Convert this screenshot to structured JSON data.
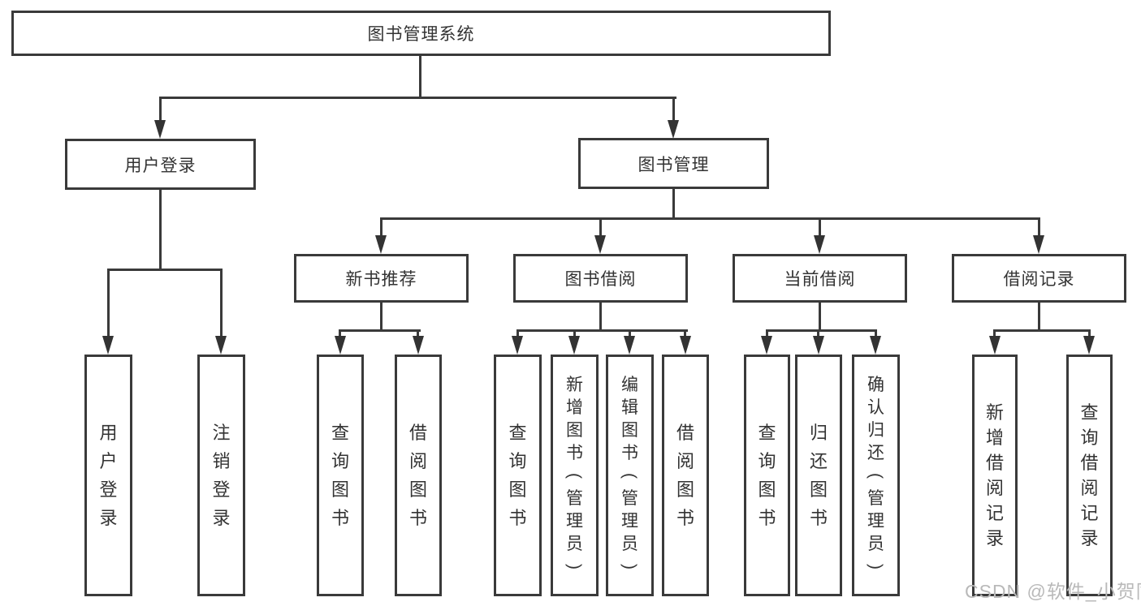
{
  "title": "图书管理系统",
  "colors": {
    "line": "#3a3a3a",
    "text": "#333333",
    "box_fill": "#ffffff",
    "background": "#ffffff",
    "watermark": "#b9b9b9"
  },
  "watermark": {
    "text": "CSDN @软件_小贺同学"
  },
  "tree": {
    "root": {
      "label": "图书管理系统",
      "children": [
        {
          "label": "用户登录",
          "children": [
            {
              "label": "用户登录"
            },
            {
              "label": "注销登录"
            }
          ]
        },
        {
          "label": "图书管理",
          "children": [
            {
              "label": "新书推荐",
              "children": [
                {
                  "label": "查询图书"
                },
                {
                  "label": "借阅图书"
                }
              ]
            },
            {
              "label": "图书借阅",
              "children": [
                {
                  "label": "查询图书"
                },
                {
                  "label": "新增图书（管理员）"
                },
                {
                  "label": "编辑图书（管理员）"
                },
                {
                  "label": "借阅图书"
                }
              ]
            },
            {
              "label": "当前借阅",
              "children": [
                {
                  "label": "查询图书"
                },
                {
                  "label": "归还图书"
                },
                {
                  "label": "确认归还（管理员）"
                }
              ]
            },
            {
              "label": "借阅记录",
              "children": [
                {
                  "label": "新增借阅记录"
                },
                {
                  "label": "查询借阅记录"
                }
              ]
            }
          ]
        }
      ]
    }
  }
}
